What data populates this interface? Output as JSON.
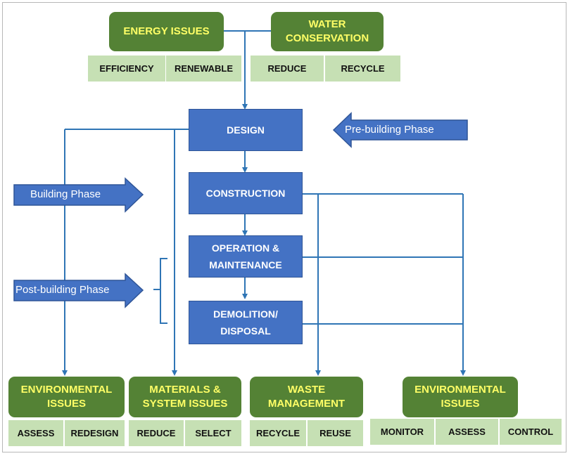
{
  "top": {
    "energy": {
      "title": "ENERGY ISSUES",
      "items": [
        "EFFICIENCY",
        "RENEWABLE"
      ]
    },
    "water": {
      "title": "WATER\nCONSERVATION",
      "items": [
        "REDUCE",
        "RECYCLE"
      ]
    }
  },
  "process": {
    "design": "DESIGN",
    "construction": "CONSTRUCTION",
    "operation": "OPERATION &\nMAINTENANCE",
    "demolition": "DEMOLITION/\nDISPOSAL"
  },
  "phases": {
    "pre": "Pre-building Phase",
    "building": "Building Phase",
    "post": "Post-building Phase"
  },
  "bottom": {
    "env1": {
      "title": "ENVIRONMENTAL\nISSUES",
      "items": [
        "ASSESS",
        "REDESIGN"
      ]
    },
    "materials": {
      "title": "MATERIALS &\nSYSTEM ISSUES",
      "items": [
        "REDUCE",
        "SELECT"
      ]
    },
    "waste": {
      "title": "WASTE\nMANAGEMENT",
      "items": [
        "RECYCLE",
        "REUSE"
      ]
    },
    "env2": {
      "title": "ENVIRONMENTAL\nISSUES",
      "items": [
        "MONITOR",
        "ASSESS",
        "CONTROL"
      ]
    }
  },
  "colors": {
    "green": "#548235",
    "light_green": "#c6e0b4",
    "blue": "#4472c4",
    "text_yellow": "#ffff66"
  }
}
